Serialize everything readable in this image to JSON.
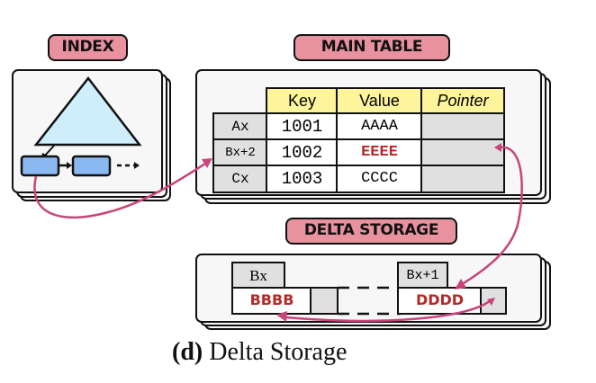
{
  "index": {
    "label": "INDEX"
  },
  "main_table": {
    "label": "MAIN TABLE",
    "columns": [
      "Key",
      "Value",
      "Pointer"
    ],
    "rows": [
      {
        "id": "Ax",
        "key": "1001",
        "value": "AAAA",
        "value_modified": false
      },
      {
        "id": "Bx+2",
        "key": "1002",
        "value": "EEEE",
        "value_modified": true
      },
      {
        "id": "Cx",
        "key": "1003",
        "value": "CCCC",
        "value_modified": false
      }
    ]
  },
  "delta_storage": {
    "label": "DELTA STORAGE",
    "entries": [
      {
        "id": "Bx",
        "value": "BBBB"
      },
      {
        "id": "Bx+1",
        "value": "DDDD"
      }
    ]
  },
  "caption": {
    "prefix": "(d)",
    "text": " Delta Storage"
  },
  "colors": {
    "label_bg": "#e8919f",
    "header_bg": "#fdf49c",
    "tree_fill": "#cdeefa",
    "node_fill": "#8ab9f1",
    "arrow": "#c8447a",
    "modified_text": "#b22a2a"
  }
}
